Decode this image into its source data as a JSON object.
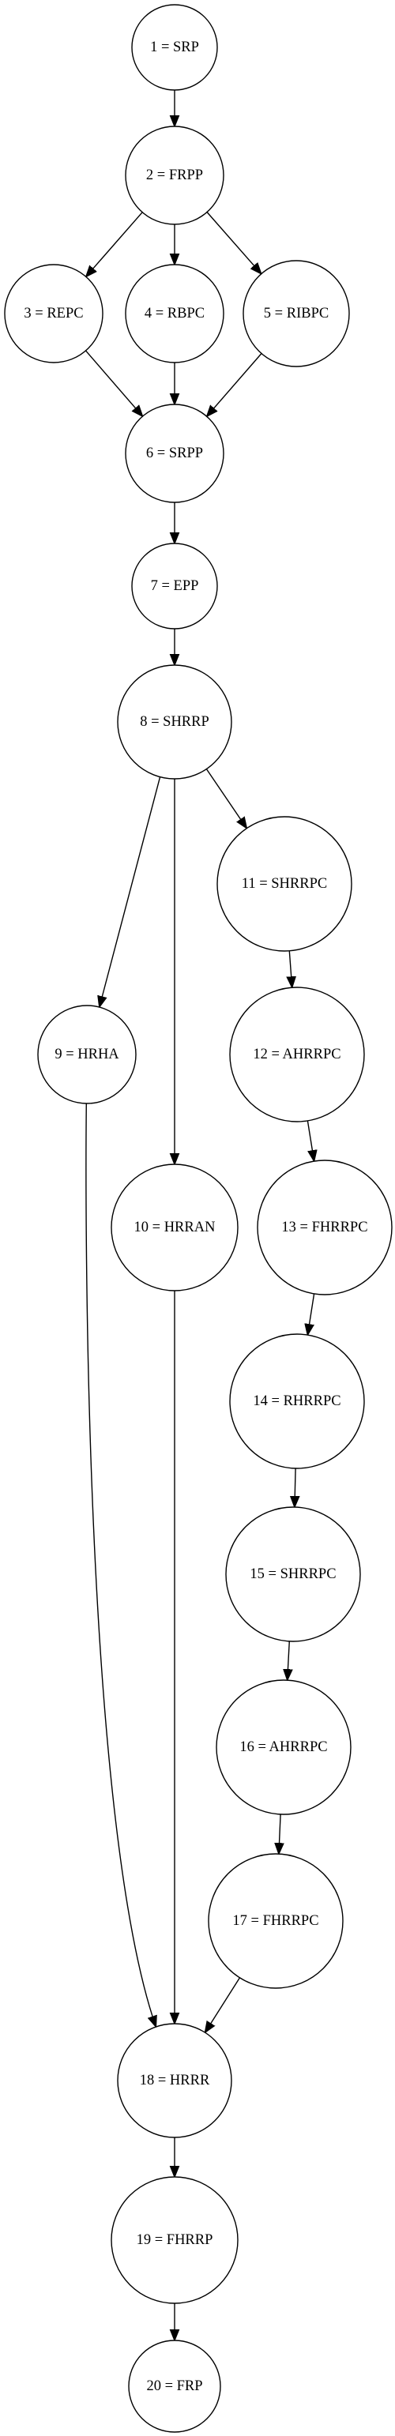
{
  "diagram": {
    "nodes": [
      {
        "id": "1",
        "label": "1 = SRP"
      },
      {
        "id": "2",
        "label": "2 = FRPP"
      },
      {
        "id": "3",
        "label": "3 = REPC"
      },
      {
        "id": "4",
        "label": "4 = RBPC"
      },
      {
        "id": "5",
        "label": "5 = RIBPC"
      },
      {
        "id": "6",
        "label": "6 = SRPP"
      },
      {
        "id": "7",
        "label": "7 = EPP"
      },
      {
        "id": "8",
        "label": "8 = SHRRP"
      },
      {
        "id": "9",
        "label": "9 = HRHA"
      },
      {
        "id": "10",
        "label": "10 = HRRAN"
      },
      {
        "id": "11",
        "label": "11 = SHRRPC"
      },
      {
        "id": "12",
        "label": "12 = AHRRPC"
      },
      {
        "id": "13",
        "label": "13 = FHRRPC"
      },
      {
        "id": "14",
        "label": "14 = RHRRPC"
      },
      {
        "id": "15",
        "label": "15 = SHRRPC"
      },
      {
        "id": "16",
        "label": "16 = AHRRPC"
      },
      {
        "id": "17",
        "label": "17 = FHRRPC"
      },
      {
        "id": "18",
        "label": "18 = HRRR"
      },
      {
        "id": "19",
        "label": "19 = FHRRP"
      },
      {
        "id": "20",
        "label": "20 = FRP"
      }
    ],
    "edges": [
      {
        "from": "1",
        "to": "2"
      },
      {
        "from": "2",
        "to": "3"
      },
      {
        "from": "2",
        "to": "4"
      },
      {
        "from": "2",
        "to": "5"
      },
      {
        "from": "3",
        "to": "6"
      },
      {
        "from": "4",
        "to": "6"
      },
      {
        "from": "5",
        "to": "6"
      },
      {
        "from": "6",
        "to": "7"
      },
      {
        "from": "7",
        "to": "8"
      },
      {
        "from": "8",
        "to": "9"
      },
      {
        "from": "8",
        "to": "10"
      },
      {
        "from": "8",
        "to": "11"
      },
      {
        "from": "11",
        "to": "12"
      },
      {
        "from": "12",
        "to": "13"
      },
      {
        "from": "13",
        "to": "14"
      },
      {
        "from": "14",
        "to": "15"
      },
      {
        "from": "15",
        "to": "16"
      },
      {
        "from": "16",
        "to": "17"
      },
      {
        "from": "9",
        "to": "18"
      },
      {
        "from": "10",
        "to": "18"
      },
      {
        "from": "17",
        "to": "18"
      },
      {
        "from": "18",
        "to": "19"
      },
      {
        "from": "19",
        "to": "20"
      }
    ]
  }
}
